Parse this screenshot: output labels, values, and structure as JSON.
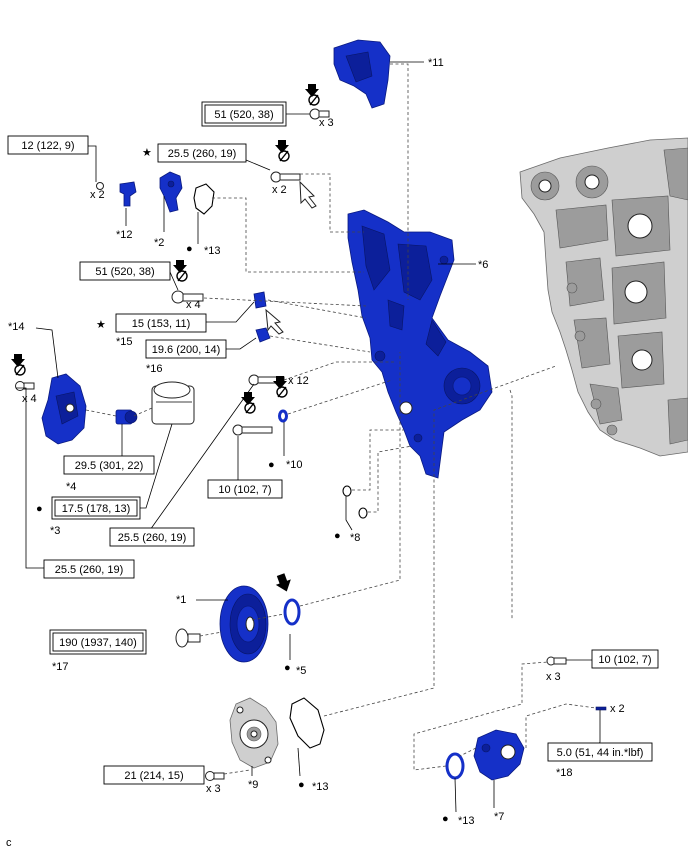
{
  "diagram": {
    "torque_specs": [
      {
        "id": "t51_top",
        "text": "51 (520, 38)",
        "double_box": true
      },
      {
        "id": "t12",
        "text": "12 (122, 9)",
        "double_box": false
      },
      {
        "id": "t25_top",
        "text": "25.5 (260, 19)",
        "double_box": false
      },
      {
        "id": "t51_mid",
        "text": "51 (520, 38)",
        "double_box": false
      },
      {
        "id": "t15",
        "text": "15 (153, 11)",
        "double_box": false
      },
      {
        "id": "t19",
        "text": "19.6 (200, 14)",
        "double_box": false
      },
      {
        "id": "t10_mid",
        "text": "10 (102, 7)",
        "double_box": false
      },
      {
        "id": "t29",
        "text": "29.5 (301, 22)",
        "double_box": false
      },
      {
        "id": "t17",
        "text": "17.5 (178, 13)",
        "double_box": true
      },
      {
        "id": "t25_mid",
        "text": "25.5 (260, 19)",
        "double_box": false
      },
      {
        "id": "t25_left",
        "text": "25.5 (260, 19)",
        "double_box": false
      },
      {
        "id": "t190",
        "text": "190 (1937, 140)",
        "double_box": true
      },
      {
        "id": "t10_right",
        "text": "10 (102, 7)",
        "double_box": false
      },
      {
        "id": "t5",
        "text": "5.0 (51, 44 in.*lbf)",
        "double_box": false
      },
      {
        "id": "t21",
        "text": "21 (214, 15)",
        "double_box": false
      }
    ],
    "callouts": {
      "c1": "*1",
      "c2": "*2",
      "c3": "*3",
      "c4": "*4",
      "c5": "*5",
      "c6": "*6",
      "c7": "*7",
      "c8": "*8",
      "c9": "*9",
      "c10": "*10",
      "c11": "*11",
      "c12": "*12",
      "c13a": "*13",
      "c13b": "*13",
      "c13c": "*13",
      "c14": "*14",
      "c15": "*15",
      "c16": "*16",
      "c17": "*17",
      "c18": "*18"
    },
    "quantities": {
      "q_top": "x 3",
      "q_x2_left": "x 2",
      "q_x2_mid": "x 2",
      "q_x4_mid": "x 4",
      "q_x4_left": "x 4",
      "q_x12": "x 12",
      "q_x3_right": "x 3",
      "q_x2_right": "x 2",
      "q_x3_bottom": "x 3"
    },
    "symbols": {
      "star": "★",
      "dot": "●"
    },
    "figure_code": "c"
  }
}
